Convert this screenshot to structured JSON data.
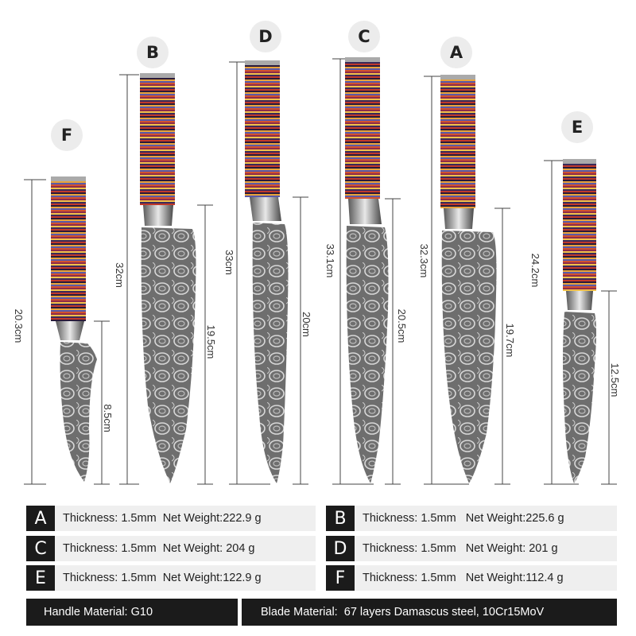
{
  "knives": [
    {
      "id": "F",
      "total": "20.3cm",
      "blade": "8.5cm"
    },
    {
      "id": "B",
      "total": "32cm",
      "blade": "19.5cm"
    },
    {
      "id": "D",
      "total": "33cm",
      "blade": "20cm"
    },
    {
      "id": "C",
      "total": "33.1cm",
      "blade": "20.5cm"
    },
    {
      "id": "A",
      "total": "32.3cm",
      "blade": "19.7cm"
    },
    {
      "id": "E",
      "total": "24.2cm",
      "blade": "12.5cm"
    }
  ],
  "specs": [
    {
      "id": "A",
      "text": "Thickness: 1.5mm  Net Weight:222.9 g"
    },
    {
      "id": "B",
      "text": "Thickness: 1.5mm   Net Weight:225.6 g"
    },
    {
      "id": "C",
      "text": "Thickness: 1.5mm  Net Weight: 204 g"
    },
    {
      "id": "D",
      "text": "Thickness: 1.5mm   Net Weight: 201 g"
    },
    {
      "id": "E",
      "text": "Thickness: 1.5mm  Net Weight:122.9 g"
    },
    {
      "id": "F",
      "text": "Thickness: 1.5mm   Net Weight:112.4 g"
    }
  ],
  "materials": {
    "handle": "Handle Material: G10",
    "blade": "Blade Material:  67 layers Damascus steel, 10Cr15MoV"
  },
  "colors": {
    "handle_stripes": [
      "#c0392b",
      "#2a1a3a",
      "#e8a33a",
      "#5a5aa8",
      "#d2522e",
      "#8e2c4a",
      "#f0c04a",
      "#3a2a5a"
    ],
    "steel": "#8c8c8c",
    "dark": "#1b1b1b"
  }
}
